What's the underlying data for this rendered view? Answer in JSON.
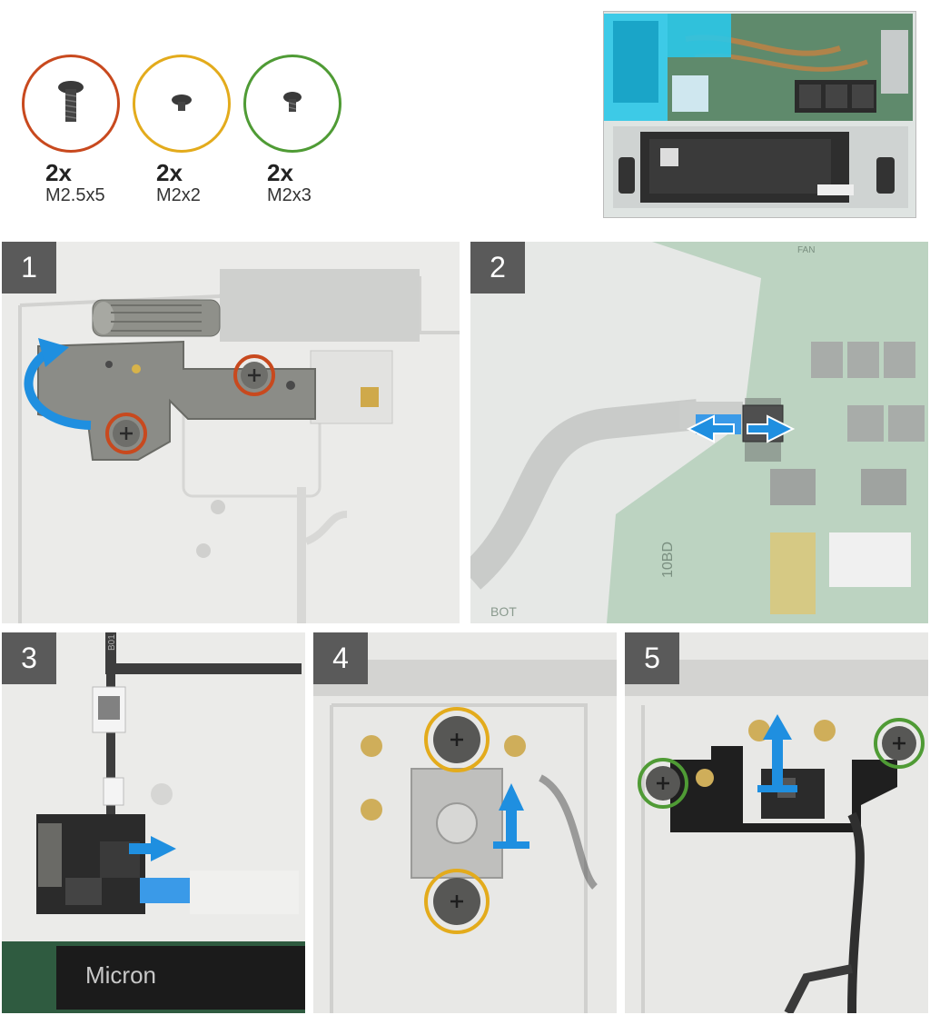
{
  "legend": {
    "items": [
      {
        "count": "2x",
        "size": "M2.5x5",
        "color": "#c8491e"
      },
      {
        "count": "2x",
        "size": "M2x2",
        "color": "#e3ab1c"
      },
      {
        "count": "2x",
        "size": "M2x3",
        "color": "#4f9b35"
      }
    ]
  },
  "overview": {
    "highlight_color": "#2bc6e8"
  },
  "steps": {
    "s1": {
      "number": "1"
    },
    "s2": {
      "number": "2"
    },
    "s3": {
      "number": "3"
    },
    "s4": {
      "number": "4"
    },
    "s5": {
      "number": "5"
    }
  },
  "labels": {
    "board_fan": "FAN",
    "board_bot": "BOT",
    "board_code": "10BD",
    "ssd_brand": "Micron",
    "cable_tag": "B01"
  },
  "colors": {
    "arrow": "#1f8fe0",
    "badge": "#5a5a5a",
    "board": "#8fbf9a"
  }
}
